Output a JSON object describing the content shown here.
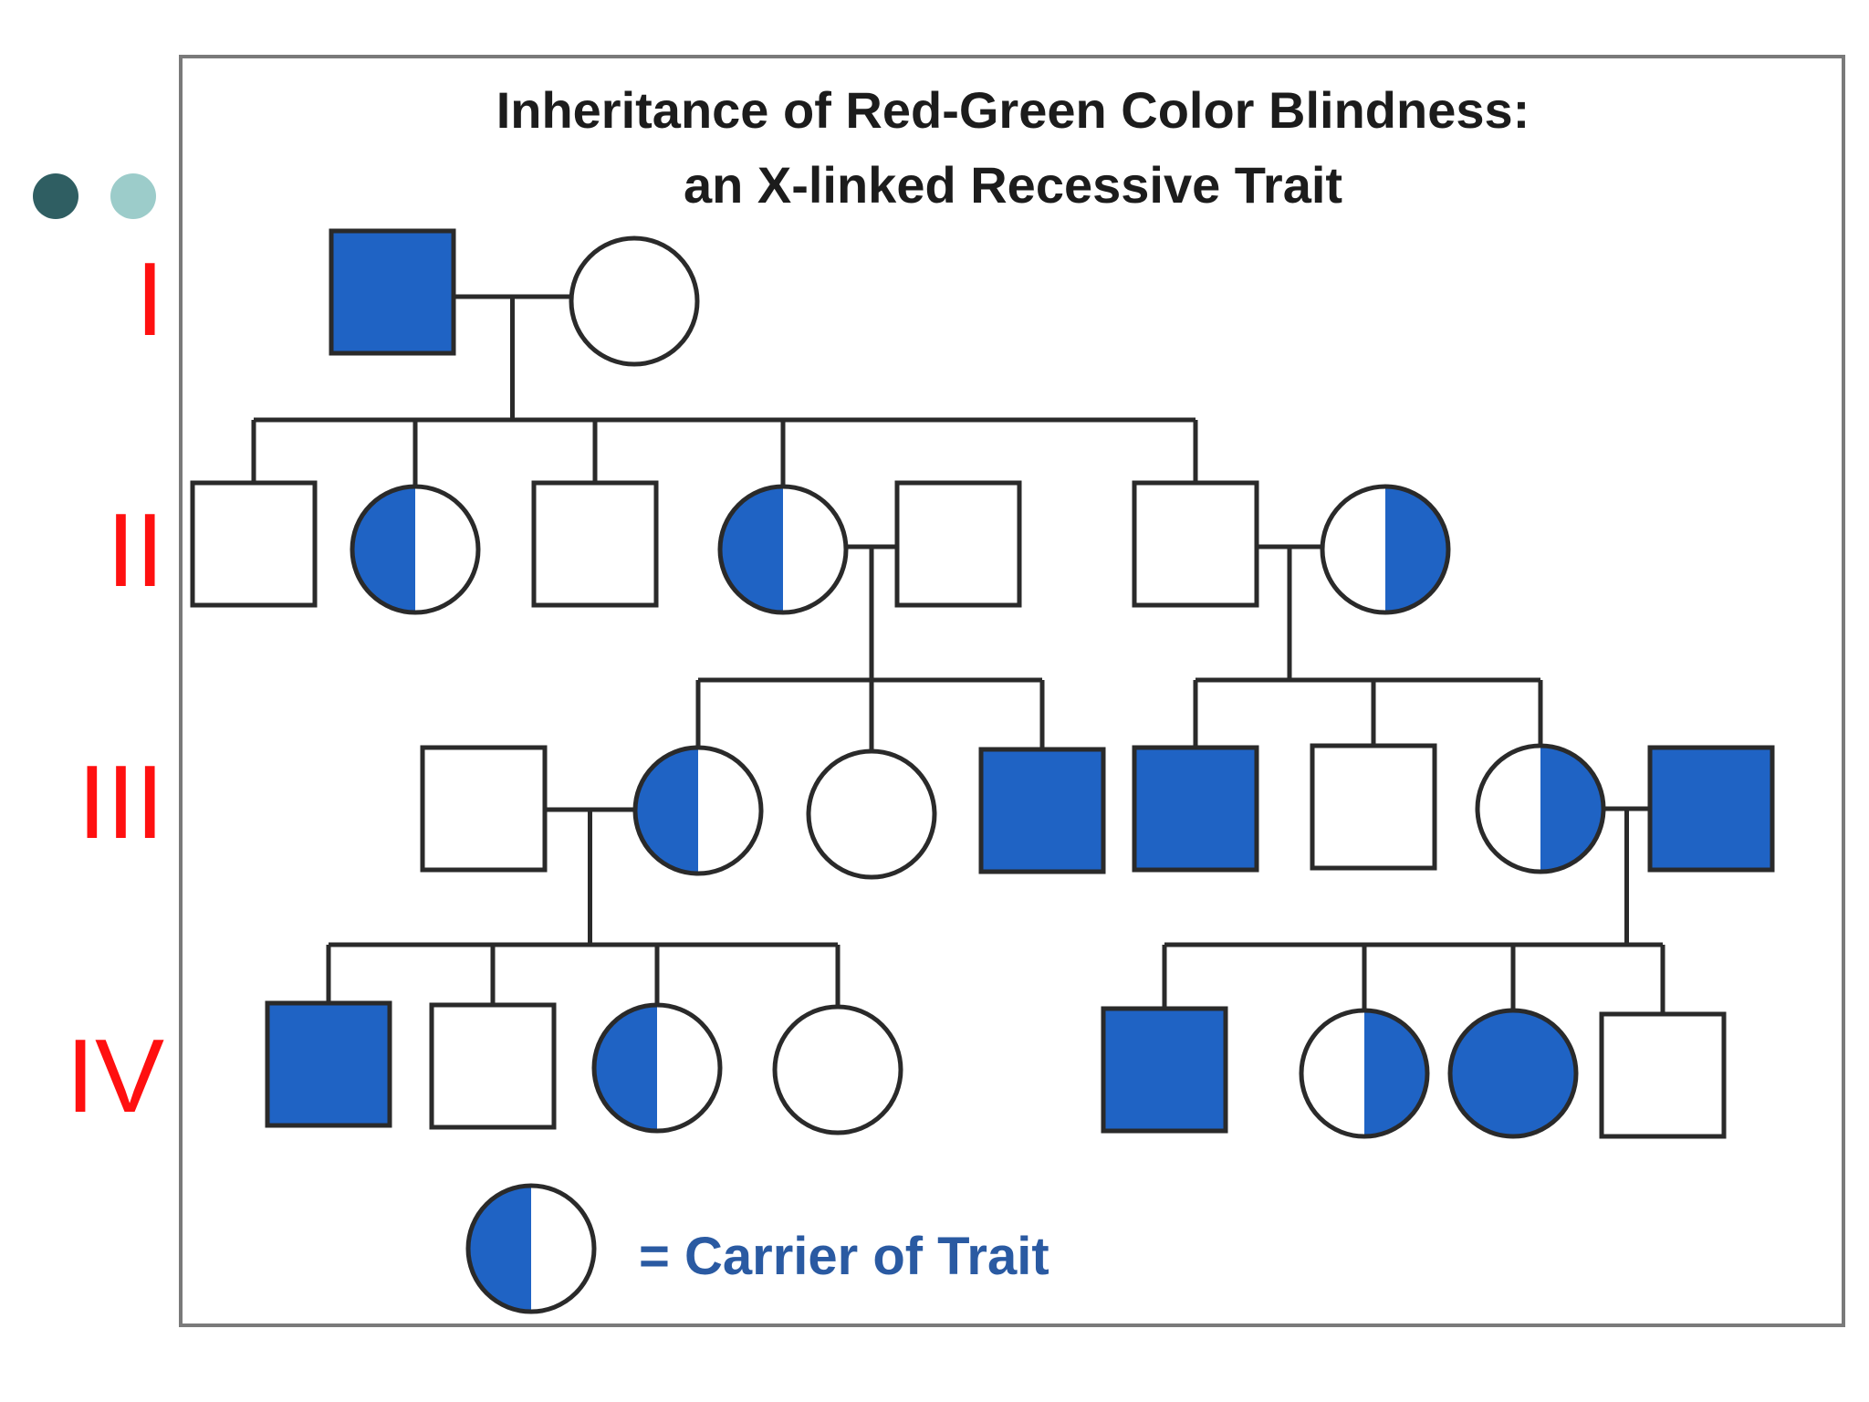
{
  "title": {
    "line1": "Inheritance of Red-Green Color Blindness:",
    "line2": "an X-linked Recessive Trait"
  },
  "generations": [
    "I",
    "II",
    "III",
    "IV"
  ],
  "legend": {
    "text": "= Carrier of Trait",
    "symbol": "carrier-female"
  },
  "colors": {
    "affected": "#1f63c4",
    "outline": "#2a2a2a",
    "generation_label": "#ff1010",
    "legend_text": "#2a5aa2",
    "bullet_dark": "#2f5e62",
    "bullet_light": "#9cccca"
  },
  "individuals": [
    {
      "id": "I-1",
      "generation": "I",
      "sex": "male",
      "status": "affected"
    },
    {
      "id": "I-2",
      "generation": "I",
      "sex": "female",
      "status": "unaffected"
    },
    {
      "id": "II-1",
      "generation": "II",
      "sex": "male",
      "status": "unaffected"
    },
    {
      "id": "II-2",
      "generation": "II",
      "sex": "female",
      "status": "carrier"
    },
    {
      "id": "II-3",
      "generation": "II",
      "sex": "male",
      "status": "unaffected"
    },
    {
      "id": "II-4",
      "generation": "II",
      "sex": "female",
      "status": "carrier"
    },
    {
      "id": "II-5",
      "generation": "II",
      "sex": "male",
      "status": "unaffected"
    },
    {
      "id": "II-6",
      "generation": "II",
      "sex": "male",
      "status": "unaffected"
    },
    {
      "id": "II-7",
      "generation": "II",
      "sex": "female",
      "status": "carrier"
    },
    {
      "id": "III-1",
      "generation": "III",
      "sex": "male",
      "status": "unaffected"
    },
    {
      "id": "III-2",
      "generation": "III",
      "sex": "female",
      "status": "carrier"
    },
    {
      "id": "III-3",
      "generation": "III",
      "sex": "female",
      "status": "unaffected"
    },
    {
      "id": "III-4",
      "generation": "III",
      "sex": "male",
      "status": "affected"
    },
    {
      "id": "III-5",
      "generation": "III",
      "sex": "male",
      "status": "affected"
    },
    {
      "id": "III-6",
      "generation": "III",
      "sex": "male",
      "status": "unaffected"
    },
    {
      "id": "III-7",
      "generation": "III",
      "sex": "female",
      "status": "carrier"
    },
    {
      "id": "III-8",
      "generation": "III",
      "sex": "male",
      "status": "affected"
    },
    {
      "id": "IV-1",
      "generation": "IV",
      "sex": "male",
      "status": "affected"
    },
    {
      "id": "IV-2",
      "generation": "IV",
      "sex": "male",
      "status": "unaffected"
    },
    {
      "id": "IV-3",
      "generation": "IV",
      "sex": "female",
      "status": "carrier"
    },
    {
      "id": "IV-4",
      "generation": "IV",
      "sex": "female",
      "status": "unaffected"
    },
    {
      "id": "IV-5",
      "generation": "IV",
      "sex": "male",
      "status": "affected"
    },
    {
      "id": "IV-6",
      "generation": "IV",
      "sex": "female",
      "status": "carrier"
    },
    {
      "id": "IV-7",
      "generation": "IV",
      "sex": "female",
      "status": "affected"
    },
    {
      "id": "IV-8",
      "generation": "IV",
      "sex": "male",
      "status": "unaffected"
    }
  ],
  "matings": [
    {
      "partners": [
        "I-1",
        "I-2"
      ],
      "children": [
        "II-1",
        "II-2",
        "II-3",
        "II-4",
        "II-6"
      ]
    },
    {
      "partners": [
        "II-4",
        "II-5"
      ],
      "children": [
        "III-2",
        "III-3",
        "III-4"
      ]
    },
    {
      "partners": [
        "II-6",
        "II-7"
      ],
      "children": [
        "III-5",
        "III-6",
        "III-7"
      ]
    },
    {
      "partners": [
        "III-1",
        "III-2"
      ],
      "children": [
        "IV-1",
        "IV-2",
        "IV-3",
        "IV-4"
      ]
    },
    {
      "partners": [
        "III-7",
        "III-8"
      ],
      "children": [
        "IV-5",
        "IV-6",
        "IV-7",
        "IV-8"
      ]
    }
  ]
}
